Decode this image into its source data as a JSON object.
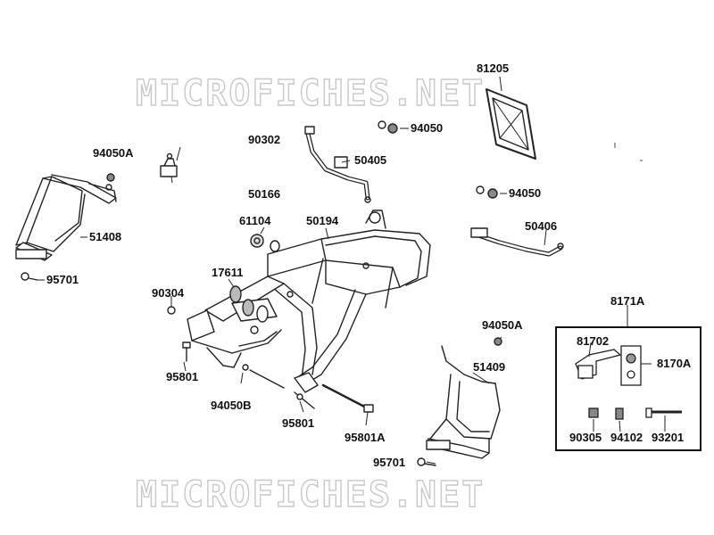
{
  "watermark": {
    "top": "MICROFICHES.NET",
    "bottom": "MICROFICHES.NET"
  },
  "parts": {
    "p94050A_left": "94050A",
    "p51408": "51408",
    "p95701_left": "95701",
    "p90302": "90302",
    "p50166": "50166",
    "p61104": "61104",
    "p50194": "50194",
    "p50405": "50405",
    "p94050_top": "94050",
    "p81205": "81205",
    "p94050_mid": "94050",
    "p50406": "50406",
    "p17611": "17611",
    "p90304": "90304",
    "p95801_left": "95801",
    "p94050B": "94050B",
    "p95801_mid": "95801",
    "p95801A": "95801A",
    "p94050A_right": "94050A",
    "p51409": "51409",
    "p95701_right": "95701",
    "p8171A": "8171A",
    "p81702": "81702",
    "p8170A": "8170A",
    "p90305": "90305",
    "p94102": "94102",
    "p93201": "93201"
  }
}
